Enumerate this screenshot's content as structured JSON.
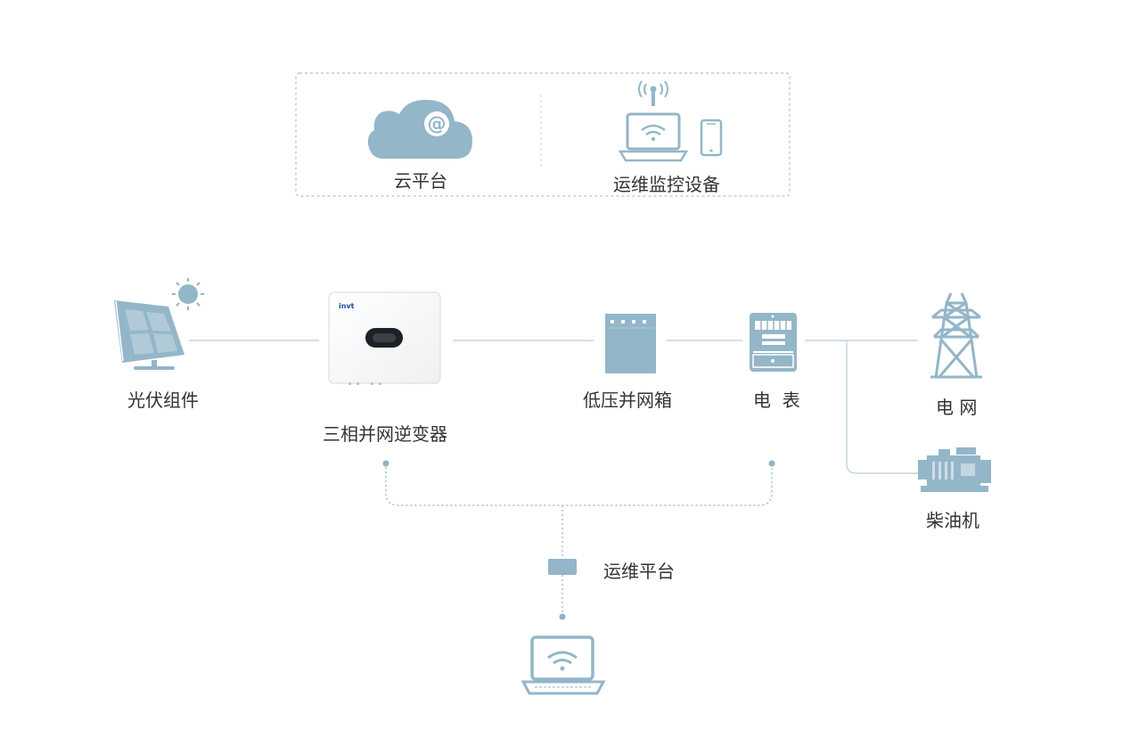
{
  "top_panel": {
    "cloud_label": "云平台",
    "monitor_label": "运维监控设备"
  },
  "devices": {
    "pv_label": "光伏组件",
    "inverter_label": "三相并网逆变器",
    "inverter_brand": "invt",
    "lv_box_label": "低压并网箱",
    "meter_label": "电  表",
    "grid_label": "电 网",
    "diesel_label": "柴油机"
  },
  "bottom": {
    "platform_label": "运维平台"
  },
  "colors": {
    "icon": "#93b6c8",
    "line": "#b7ccd6",
    "dash": "#8fb2c4",
    "text": "#333333"
  }
}
